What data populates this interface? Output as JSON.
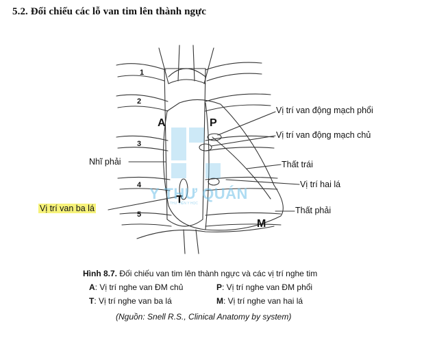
{
  "section_heading": "5.2. Đối chiếu các lỗ van tim lên thành ngực",
  "labels": {
    "pulm_valve": "Vị trí van động mạch phổi",
    "aortic_valve": "Vị trí van động mạch chủ",
    "left_ventricle": "Thất trái",
    "mitral": "Vị trí hai lá",
    "right_atrium": "Nhĩ phải",
    "tricuspid": "Vị trí van ba lá",
    "right_ventricle": "Thất phải"
  },
  "rib_numbers": [
    "1",
    "2",
    "3",
    "4",
    "5"
  ],
  "point_letters": {
    "a": "A",
    "p": "P",
    "t": "T",
    "m": "M"
  },
  "watermark": {
    "main": "Y THƯ QUÁN",
    "sub": "THƯ VIỆN Y HỌC"
  },
  "caption": {
    "title_bold": "Hình 8.7.",
    "title_text": " Đối chiếu van tim lên thành ngực và các vị trí nghe tim",
    "a_key": "A",
    "a_text": ": Vị trí nghe van ĐM chủ",
    "p_key": "P",
    "p_text": ": Vị trí nghe van ĐM phổi",
    "t_key": "T",
    "t_text": ": Vị trí nghe van ba lá",
    "m_key": "M",
    "m_text": ": Vị trí nghe van hai lá",
    "source": "(Nguồn: Snell R.S., Clinical Anatomy by system)"
  },
  "colors": {
    "highlight": "#f6f27a",
    "watermark": "#6fc1e9",
    "line": "#333333"
  }
}
